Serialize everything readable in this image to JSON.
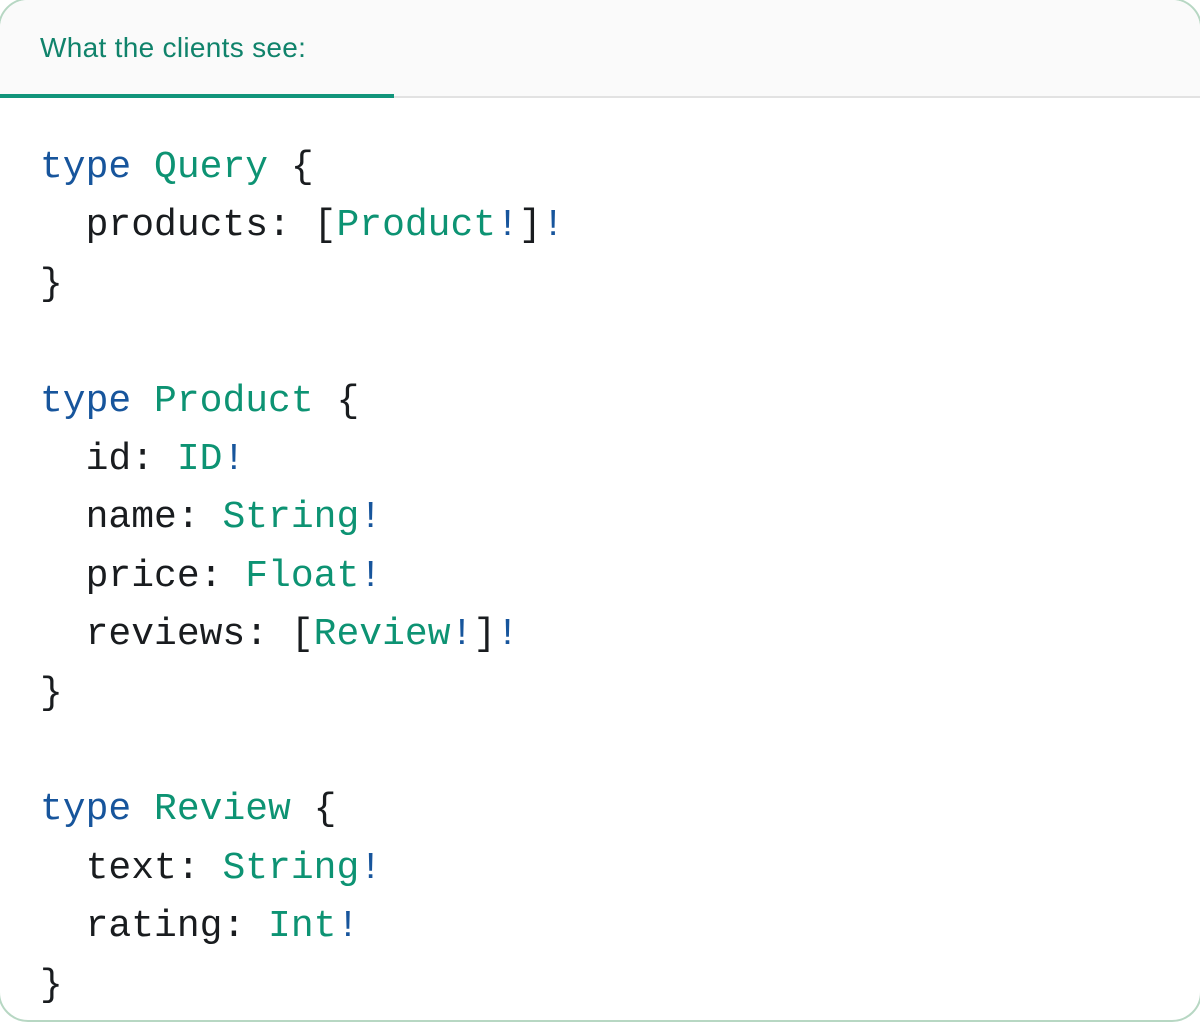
{
  "tab": {
    "label": "What the clients see:"
  },
  "colors": {
    "code-keyword-blue": "#17559C",
    "code-type-teal": "#0D9373",
    "code-text-dark": "#191C1F",
    "tab-text": "#10836B",
    "tab-underline": "#11957B",
    "tab-bar-bg": "#FAFAFA",
    "divider-gray": "#E2E2E2",
    "card-border-green": "#B7D7C3",
    "card-bg": "#FFFFFF"
  },
  "code": {
    "lines": [
      [
        {
          "t": "type",
          "c": "kw"
        },
        {
          "t": " ",
          "c": "plain"
        },
        {
          "t": "Query",
          "c": "type"
        },
        {
          "t": " {",
          "c": "plain"
        }
      ],
      [
        {
          "t": "  ",
          "c": "plain"
        },
        {
          "t": "products",
          "c": "field"
        },
        {
          "t": ": [",
          "c": "plain"
        },
        {
          "t": "Product",
          "c": "type"
        },
        {
          "t": "!",
          "c": "bang"
        },
        {
          "t": "]",
          "c": "plain"
        },
        {
          "t": "!",
          "c": "bang"
        }
      ],
      [
        {
          "t": "}",
          "c": "plain"
        }
      ],
      [],
      [
        {
          "t": "type",
          "c": "kw"
        },
        {
          "t": " ",
          "c": "plain"
        },
        {
          "t": "Product",
          "c": "type"
        },
        {
          "t": " {",
          "c": "plain"
        }
      ],
      [
        {
          "t": "  ",
          "c": "plain"
        },
        {
          "t": "id",
          "c": "field"
        },
        {
          "t": ": ",
          "c": "plain"
        },
        {
          "t": "ID",
          "c": "type"
        },
        {
          "t": "!",
          "c": "bang"
        }
      ],
      [
        {
          "t": "  ",
          "c": "plain"
        },
        {
          "t": "name",
          "c": "field"
        },
        {
          "t": ": ",
          "c": "plain"
        },
        {
          "t": "String",
          "c": "type"
        },
        {
          "t": "!",
          "c": "bang"
        }
      ],
      [
        {
          "t": "  ",
          "c": "plain"
        },
        {
          "t": "price",
          "c": "field"
        },
        {
          "t": ": ",
          "c": "plain"
        },
        {
          "t": "Float",
          "c": "type"
        },
        {
          "t": "!",
          "c": "bang"
        }
      ],
      [
        {
          "t": "  ",
          "c": "plain"
        },
        {
          "t": "reviews",
          "c": "field"
        },
        {
          "t": ": [",
          "c": "plain"
        },
        {
          "t": "Review",
          "c": "type"
        },
        {
          "t": "!",
          "c": "bang"
        },
        {
          "t": "]",
          "c": "plain"
        },
        {
          "t": "!",
          "c": "bang"
        }
      ],
      [
        {
          "t": "}",
          "c": "plain"
        }
      ],
      [],
      [
        {
          "t": "type",
          "c": "kw"
        },
        {
          "t": " ",
          "c": "plain"
        },
        {
          "t": "Review",
          "c": "type"
        },
        {
          "t": " {",
          "c": "plain"
        }
      ],
      [
        {
          "t": "  ",
          "c": "plain"
        },
        {
          "t": "text",
          "c": "field"
        },
        {
          "t": ": ",
          "c": "plain"
        },
        {
          "t": "String",
          "c": "type"
        },
        {
          "t": "!",
          "c": "bang"
        }
      ],
      [
        {
          "t": "  ",
          "c": "plain"
        },
        {
          "t": "rating",
          "c": "field"
        },
        {
          "t": ": ",
          "c": "plain"
        },
        {
          "t": "Int",
          "c": "type"
        },
        {
          "t": "!",
          "c": "bang"
        }
      ],
      [
        {
          "t": "}",
          "c": "plain"
        }
      ]
    ]
  }
}
